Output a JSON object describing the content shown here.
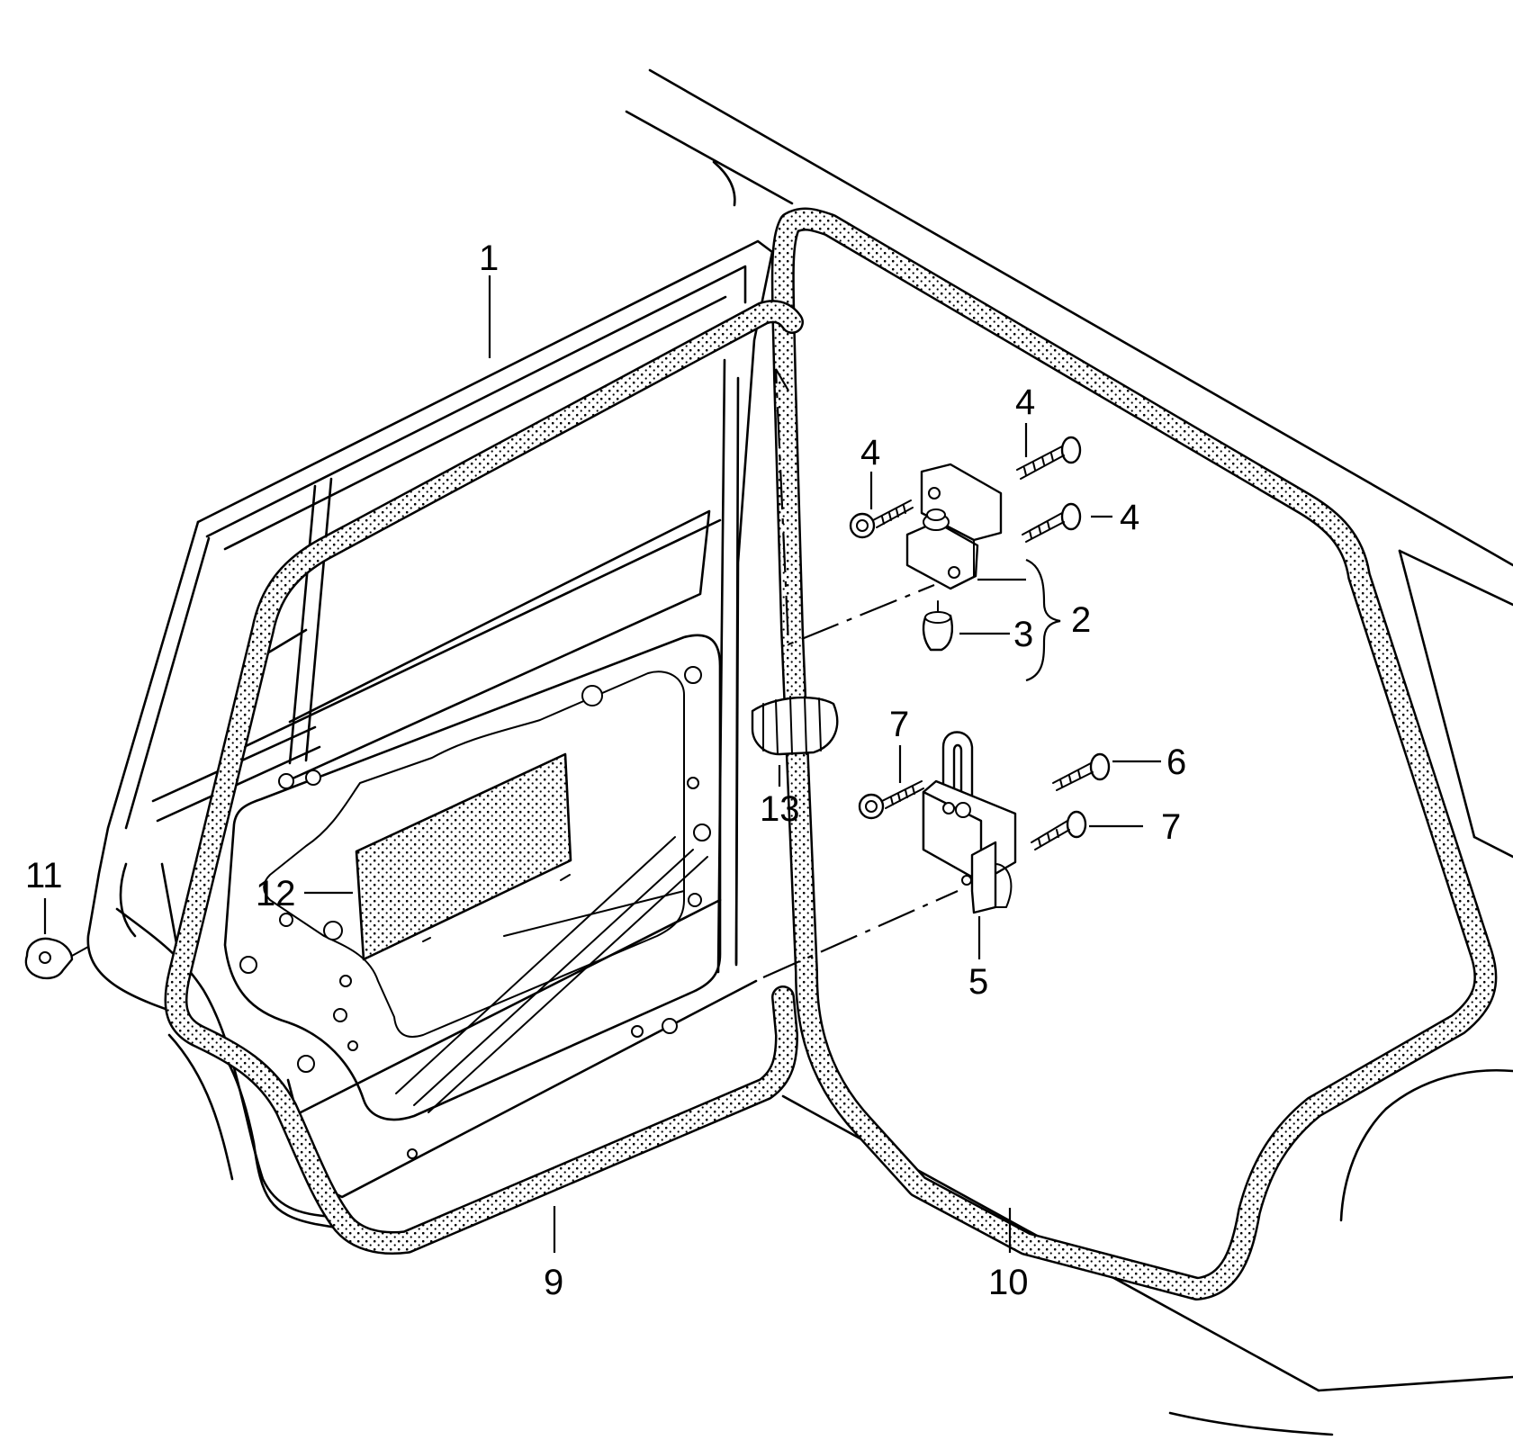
{
  "callouts": {
    "c1": "1",
    "c2": "2",
    "c3": "3",
    "c4a": "4",
    "c4b": "4",
    "c4c": "4",
    "c5": "5",
    "c6": "6",
    "c7a": "7",
    "c7b": "7",
    "c9": "9",
    "c10": "10",
    "c11": "11",
    "c12": "12",
    "c13": "13"
  }
}
